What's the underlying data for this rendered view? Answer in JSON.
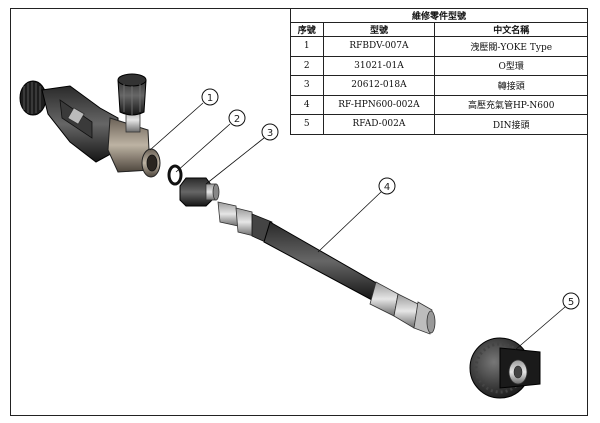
{
  "table": {
    "title": "維修零件型號",
    "headers": {
      "no": "序號",
      "model": "型號",
      "name": "中文名稱"
    },
    "rows": [
      {
        "no": "1",
        "model": "RFBDV-007A",
        "name": "洩壓閥-YOKE Type"
      },
      {
        "no": "2",
        "model": "31021-01A",
        "name": "O型環"
      },
      {
        "no": "3",
        "model": "20612-018A",
        "name": "轉接頭"
      },
      {
        "no": "4",
        "model": "RF-HPN600-002A",
        "name": "高壓充氣管HP-N600"
      },
      {
        "no": "5",
        "model": "RFAD-002A",
        "name": "DIN接頭"
      }
    ]
  },
  "callouts": [
    "1",
    "2",
    "3",
    "4",
    "5"
  ]
}
